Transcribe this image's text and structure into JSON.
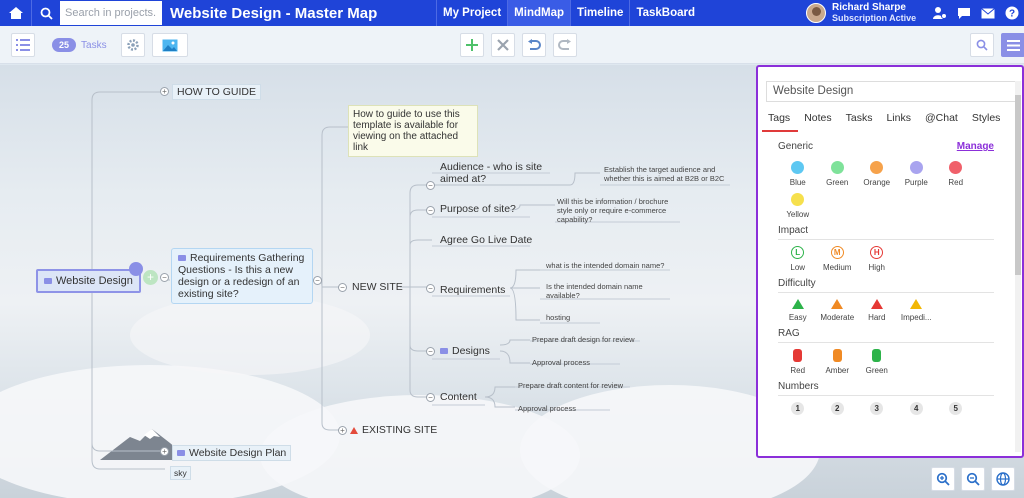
{
  "header": {
    "search_placeholder": "Search in projects...",
    "title": "Website Design - Master Map",
    "tabs": [
      "My Project",
      "MindMap",
      "Timeline",
      "TaskBoard"
    ],
    "active_tab": "MindMap",
    "user_name": "Richard Sharpe",
    "user_status": "Subscription Active"
  },
  "toolbar": {
    "tasks_count": "25",
    "tasks_label": "Tasks"
  },
  "map": {
    "root": "Website Design",
    "how_to_guide": "HOW TO GUIDE",
    "guide_note": "How to guide to use this template is available for viewing on the attached link",
    "requirements_node": "Requirements Gathering Questions - Is this a new design or a redesign of an existing site?",
    "new_site": "NEW SITE",
    "existing_site": "EXISTING SITE",
    "website_plan": "Website Design Plan",
    "sky": "sky",
    "audience": "Audience - who is site aimed at?",
    "audience_note": "Establish the target audience and whether this is aimed at B2B or B2C",
    "purpose": "Purpose of site?",
    "purpose_note": "Will this be information / brochure style only or require e-commerce capability?",
    "golive": "Agree Go Live Date",
    "requirements": "Requirements",
    "req_domain": "what is the intended domain name?",
    "req_available": "Is the intended domain name available?",
    "req_hosting": "hosting",
    "designs": "Designs",
    "designs_draft": "Prepare draft design for review",
    "designs_approval": "Approval process",
    "content": "Content",
    "content_draft": "Prepare draft content for review",
    "content_approval": "Approval process"
  },
  "panel": {
    "title": "Website Design",
    "tabs": [
      "Tags",
      "Notes",
      "Tasks",
      "Links",
      "@Chat",
      "Styles"
    ],
    "active_tab": "Tags",
    "manage": "Manage",
    "sections": {
      "generic": "Generic",
      "impact": "Impact",
      "difficulty": "Difficulty",
      "rag": "RAG",
      "numbers": "Numbers"
    },
    "generic_tags": [
      {
        "label": "Blue",
        "color": "#5ec8f2"
      },
      {
        "label": "Green",
        "color": "#7fe29a"
      },
      {
        "label": "Orange",
        "color": "#f6a24b"
      },
      {
        "label": "Purple",
        "color": "#a9a4ef"
      },
      {
        "label": "Red",
        "color": "#f0606a"
      },
      {
        "label": "Yellow",
        "color": "#f6e04d"
      }
    ],
    "impact_tags": [
      {
        "label": "Low",
        "letter": "L",
        "color": "#2db34a"
      },
      {
        "label": "Medium",
        "letter": "M",
        "color": "#f08a24"
      },
      {
        "label": "High",
        "letter": "H",
        "color": "#e53935"
      }
    ],
    "difficulty_tags": [
      {
        "label": "Easy",
        "color": "#2db34a"
      },
      {
        "label": "Moderate",
        "color": "#f08a24"
      },
      {
        "label": "Hard",
        "color": "#e53935"
      },
      {
        "label": "Impedi...",
        "color": "#f2b705"
      }
    ],
    "rag_tags": [
      {
        "label": "Red",
        "color": "#e53935"
      },
      {
        "label": "Amber",
        "color": "#f08a24"
      },
      {
        "label": "Green",
        "color": "#2db34a"
      }
    ],
    "numbers": [
      "1",
      "2",
      "3",
      "4",
      "5"
    ]
  },
  "colors": {
    "brand": "#1f44d8",
    "panel_border": "#8b2fd9",
    "accent": "#8a8fe6"
  }
}
